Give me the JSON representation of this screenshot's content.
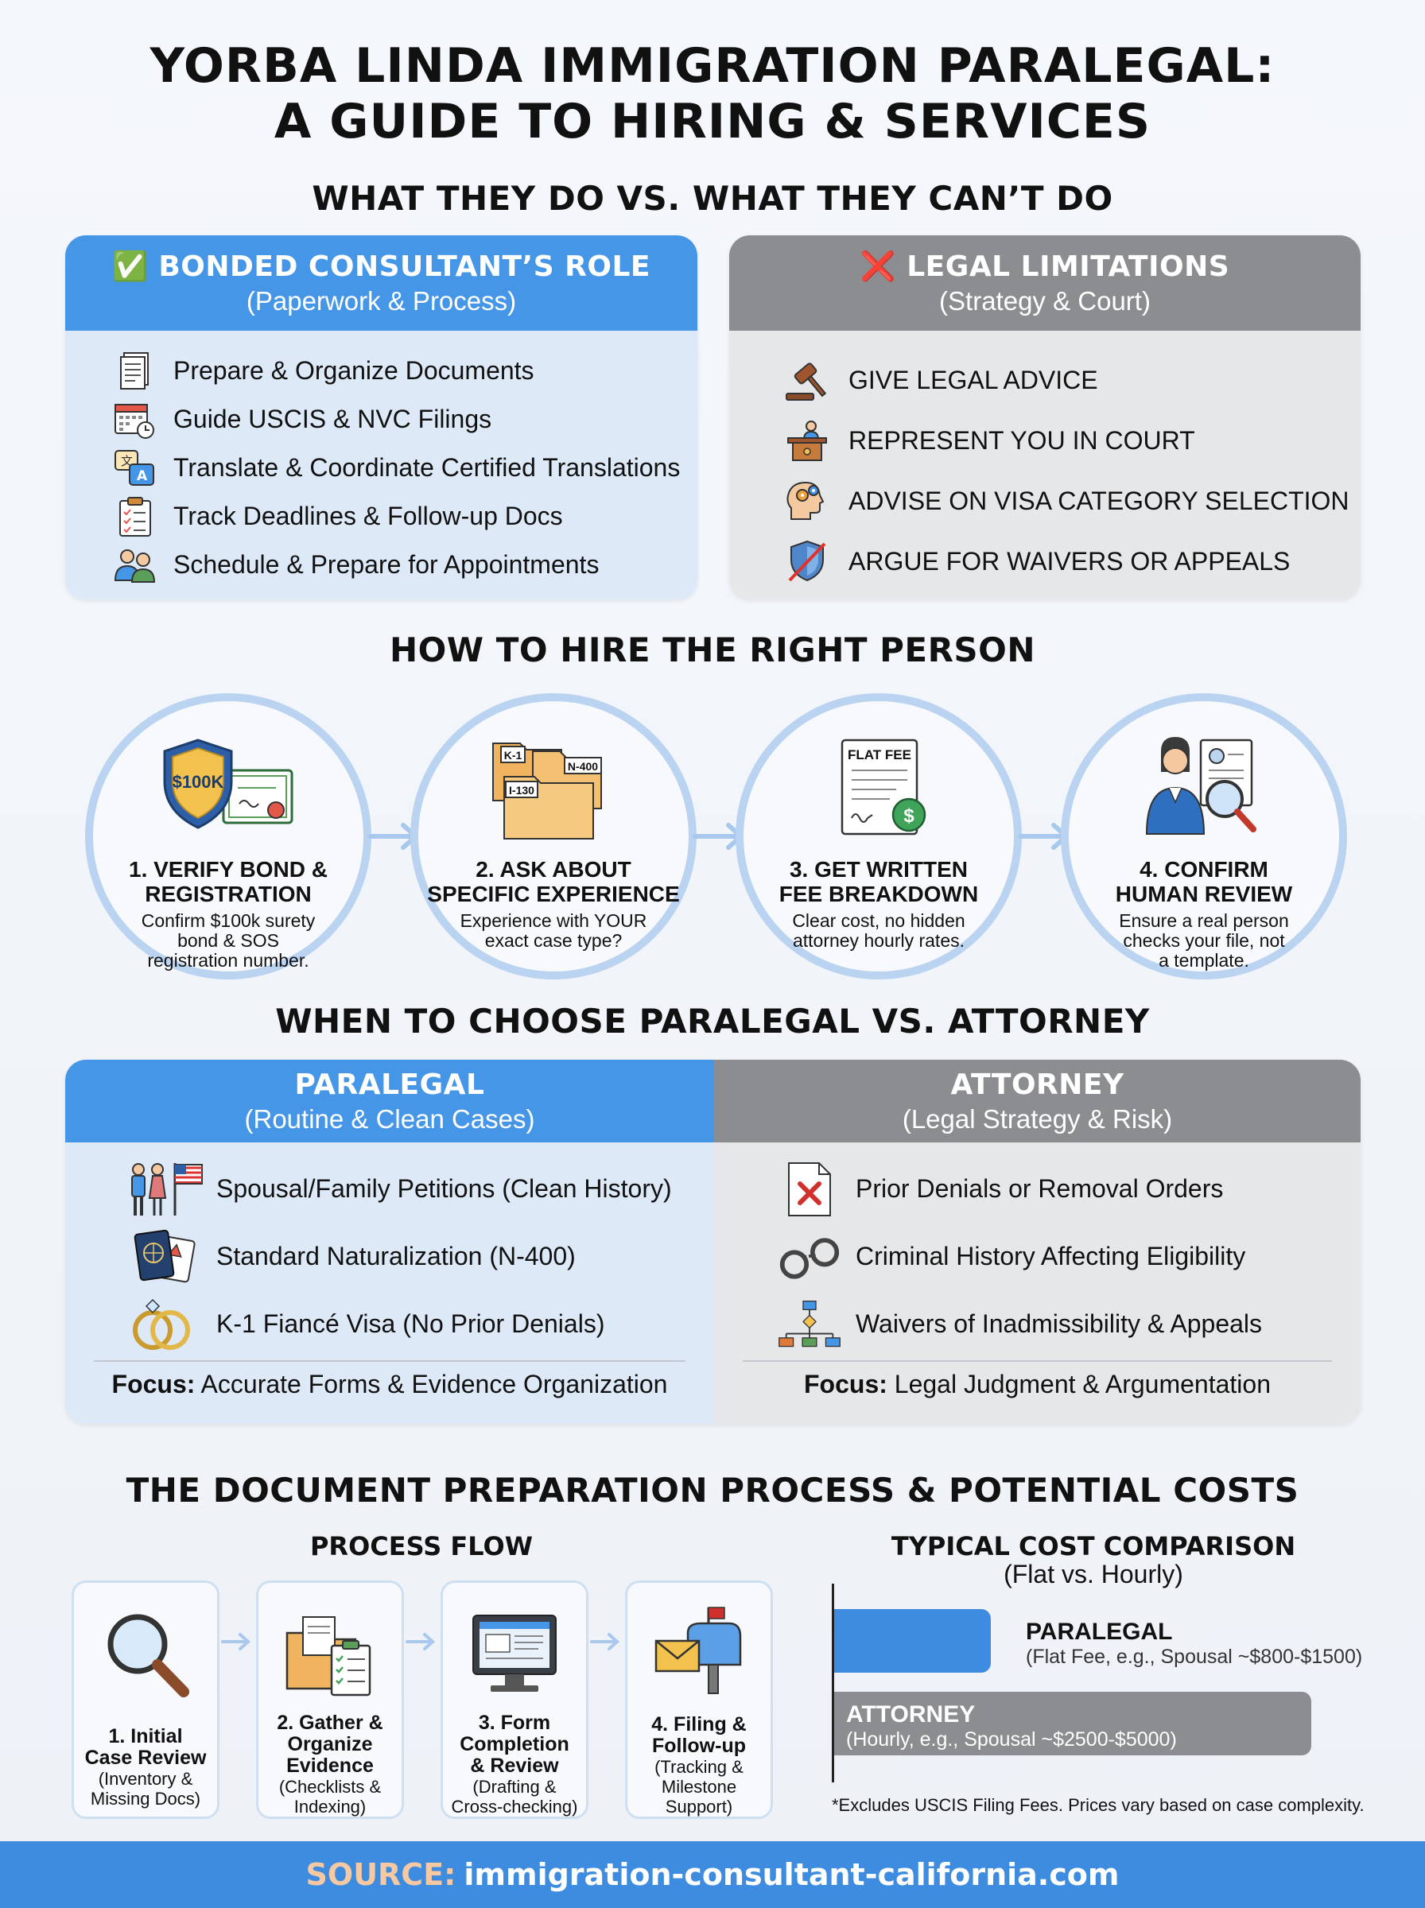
{
  "title": {
    "line1": "YORBA LINDA IMMIGRATION PARALEGAL:",
    "line2": "A GUIDE TO HIRING & SERVICES"
  },
  "section1": {
    "heading": "WHAT THEY DO VS. WHAT THEY CAN’T DO",
    "left": {
      "check": "✅",
      "title": "BONDED CONSULTANT’S ROLE",
      "subtitle": "(Paperwork & Process)",
      "items": [
        {
          "icon": "document-icon",
          "label": "Prepare & Organize Documents"
        },
        {
          "icon": "calendar-clock-icon",
          "label": "Guide USCIS & NVC Filings"
        },
        {
          "icon": "translate-icon",
          "label": "Translate & Coordinate Certified Translations"
        },
        {
          "icon": "clipboard-checklist-icon",
          "label": "Track Deadlines & Follow-up Docs"
        },
        {
          "icon": "people-meeting-icon",
          "label": "Schedule & Prepare for Appointments"
        }
      ]
    },
    "right": {
      "cross": "❌",
      "title": "LEGAL LIMITATIONS",
      "subtitle": "(Strategy & Court)",
      "items": [
        {
          "icon": "gavel-icon",
          "label": "GIVE LEGAL ADVICE"
        },
        {
          "icon": "courtroom-podium-icon",
          "label": "REPRESENT YOU IN COURT"
        },
        {
          "icon": "head-gears-icon",
          "label": "ADVISE ON VISA CATEGORY SELECTION"
        },
        {
          "icon": "shield-crossed-icon",
          "label": "ARGUE FOR WAIVERS OR APPEALS"
        }
      ]
    }
  },
  "section2": {
    "heading": "HOW TO HIRE THE RIGHT PERSON",
    "steps": [
      {
        "icon": "shield-certificate-icon",
        "badge": "$100K",
        "title1": "1. VERIFY BOND &",
        "title2": "REGISTRATION",
        "desc": [
          "Confirm $100k surety",
          "bond & SOS",
          "registration number."
        ]
      },
      {
        "icon": "folders-icon",
        "tags": [
          "K-1",
          "N-400",
          "I-130"
        ],
        "title1": "2. ASK ABOUT",
        "title2": "SPECIFIC EXPERIENCE",
        "desc": [
          "Experience with YOUR",
          "exact case type?"
        ]
      },
      {
        "icon": "fee-document-icon",
        "badge": "FLAT FEE",
        "title1": "3. GET WRITTEN",
        "title2": "FEE BREAKDOWN",
        "desc": [
          "Clear cost, no hidden",
          "attorney hourly rates."
        ]
      },
      {
        "icon": "reviewer-magnifier-icon",
        "title1": "4. CONFIRM",
        "title2": "HUMAN REVIEW",
        "desc": [
          "Ensure a real person",
          "checks your file, not",
          "a template."
        ]
      }
    ]
  },
  "section3": {
    "heading": "WHEN TO CHOOSE PARALEGAL VS. ATTORNEY",
    "paralegal": {
      "title": "PARALEGAL",
      "subtitle": "(Routine & Clean Cases)",
      "items": [
        {
          "icon": "couple-flag-icon",
          "label": "Spousal/Family Petitions (Clean History)"
        },
        {
          "icon": "passport-icon",
          "label": "Standard Naturalization (N-400)"
        },
        {
          "icon": "rings-icon",
          "label": "K-1 Fiancé Visa (No Prior Denials)"
        }
      ],
      "focus_label": "Focus:",
      "focus_text": " Accurate Forms & Evidence Organization"
    },
    "attorney": {
      "title": "ATTORNEY",
      "subtitle": "(Legal Strategy & Risk)",
      "items": [
        {
          "icon": "denied-document-icon",
          "label": "Prior Denials or Removal Orders"
        },
        {
          "icon": "handcuffs-icon",
          "label": "Criminal History Affecting Eligibility"
        },
        {
          "icon": "flowchart-icon",
          "label": "Waivers of Inadmissibility & Appeals"
        }
      ],
      "focus_label": "Focus:",
      "focus_text": " Legal Judgment & Argumentation"
    }
  },
  "section4": {
    "heading": "THE DOCUMENT PREPARATION PROCESS & POTENTIAL COSTS",
    "process_heading": "PROCESS FLOW",
    "process": [
      {
        "icon": "magnifier-icon",
        "title": [
          "1. Initial",
          "Case Review"
        ],
        "desc": [
          "(Inventory &",
          "Missing Docs)"
        ]
      },
      {
        "icon": "folder-checklist-icon",
        "title": [
          "2. Gather &",
          "Organize",
          "Evidence"
        ],
        "desc": [
          "(Checklists &",
          "Indexing)"
        ]
      },
      {
        "icon": "computer-form-icon",
        "title": [
          "3. Form",
          "Completion",
          "& Review"
        ],
        "desc": [
          "(Drafting &",
          "Cross-checking)"
        ]
      },
      {
        "icon": "mailbox-icon",
        "title": [
          "4. Filing &",
          "Follow-up"
        ],
        "desc": [
          "(Tracking &",
          "Milestone",
          "Support)"
        ]
      }
    ],
    "cost_heading": "TYPICAL COST COMPARISON",
    "cost_sub": "(Flat vs. Hourly)",
    "chart_data": {
      "type": "bar",
      "categories": [
        "PARALEGAL",
        "ATTORNEY"
      ],
      "labels": [
        "(Flat Fee, e.g., Spousal ~$800-$1500)",
        "(Hourly, e.g., Spousal ~$2500-$5000)"
      ],
      "values": [
        1500,
        5000
      ],
      "colors": [
        "#3e8ce0",
        "#8b8d91"
      ]
    },
    "note": "*Excludes USCIS Filing Fees. Prices vary based on case complexity."
  },
  "footer": {
    "label": "SOURCE:",
    "url": "immigration-consultant-california.com"
  },
  "colors": {
    "blue": "#4596e6",
    "grey": "#8b8d91",
    "light_blue": "#dde9f7",
    "light_grey": "#e6e7e9"
  }
}
